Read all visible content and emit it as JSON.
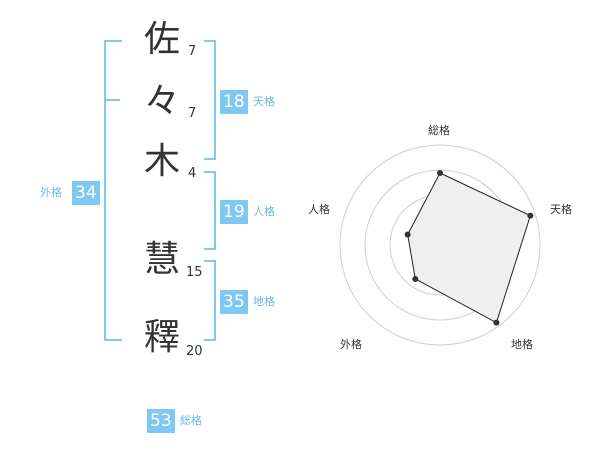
{
  "name": {
    "chars": [
      {
        "char": "佐",
        "strokes": "7"
      },
      {
        "char": "々",
        "strokes": "7"
      },
      {
        "char": "木",
        "strokes": "4"
      },
      {
        "char": "慧",
        "strokes": "15"
      },
      {
        "char": "釋",
        "strokes": "20"
      }
    ]
  },
  "scores": {
    "tenkaku": {
      "value": "18",
      "label": "天格"
    },
    "jinkaku": {
      "value": "19",
      "label": "人格"
    },
    "chikaku": {
      "value": "35",
      "label": "地格"
    },
    "gaikaku": {
      "value": "34",
      "label": "外格"
    },
    "soukaku": {
      "value": "53",
      "label": "総格"
    }
  },
  "colors": {
    "accent": "#7fc8f3",
    "accent_text": "#6ab8e8",
    "text": "#333333"
  },
  "chart_data": {
    "type": "radar",
    "axes": [
      "総格",
      "天格",
      "地格",
      "外格",
      "人格"
    ],
    "values": [
      0.72,
      0.95,
      0.96,
      0.42,
      0.34
    ],
    "rings": 4,
    "range": [
      0,
      1
    ]
  }
}
